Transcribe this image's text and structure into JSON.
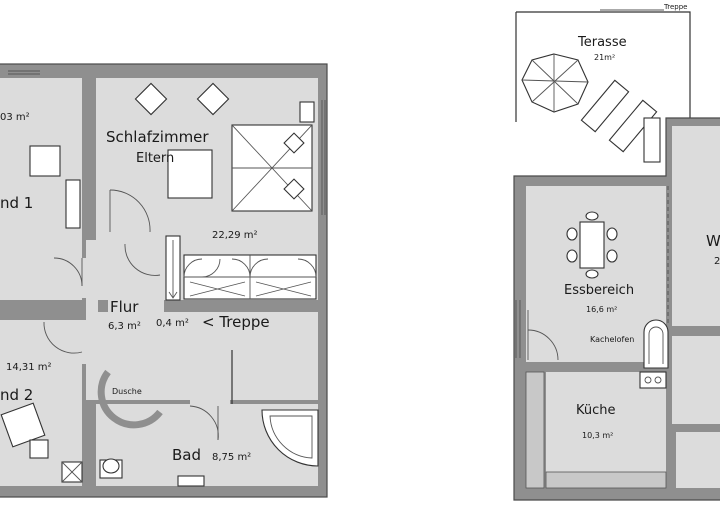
{
  "left_plan": {
    "room_top_left_area": "03 m²",
    "room_top_left_name": "nd 1",
    "bedroom_name": "Schlafzimmer",
    "bedroom_sub": "Eltern",
    "bedroom_area": "22,29 m²",
    "hall_name": "Flur",
    "hall_area": "6,3 m²",
    "stair_area": "0,4 m²",
    "stair_label": "< Treppe",
    "room_bottom_left_area": "14,31 m²",
    "room_bottom_left_name": "nd 2",
    "shower_label": "Dusche",
    "bath_name": "Bad",
    "bath_area": "8,75 m²"
  },
  "right_plan": {
    "stair_label": "Treppe",
    "terrace_name": "Terasse",
    "terrace_area": "21m²",
    "dining_name": "Essbereich",
    "dining_area": "16,6 m²",
    "stove_label": "Kachelofen",
    "kitchen_name": "Küche",
    "kitchen_area": "10,3 m²",
    "living_partial": "W",
    "living_area_partial": "2"
  },
  "colors": {
    "wall": "#8f8f8f",
    "floor": "#dcdcdc",
    "background": "#ffffff"
  }
}
